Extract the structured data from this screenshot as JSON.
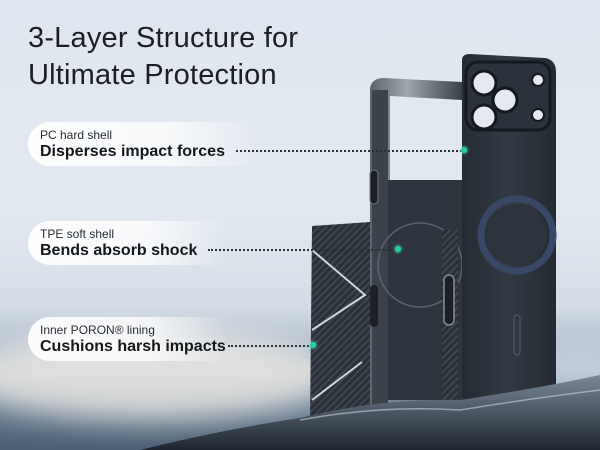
{
  "headline": {
    "line1": "3-Layer Structure for",
    "line2": "Ultimate Protection"
  },
  "callouts": [
    {
      "layer": "PC hard shell",
      "benefit": "Disperses impact forces"
    },
    {
      "layer": "TPE soft shell",
      "benefit": "Bends absorb shock"
    },
    {
      "layer": "Inner PORON® lining",
      "benefit": "Cushions harsh impacts"
    }
  ],
  "colors": {
    "indicator_dot": "#1fd39a",
    "text_dark": "#15181b",
    "case_color": "#2f3640"
  },
  "product": {
    "layers_shown": [
      "pc-hard-shell",
      "tpe-bumper-frame",
      "poron-lining-panel"
    ]
  }
}
